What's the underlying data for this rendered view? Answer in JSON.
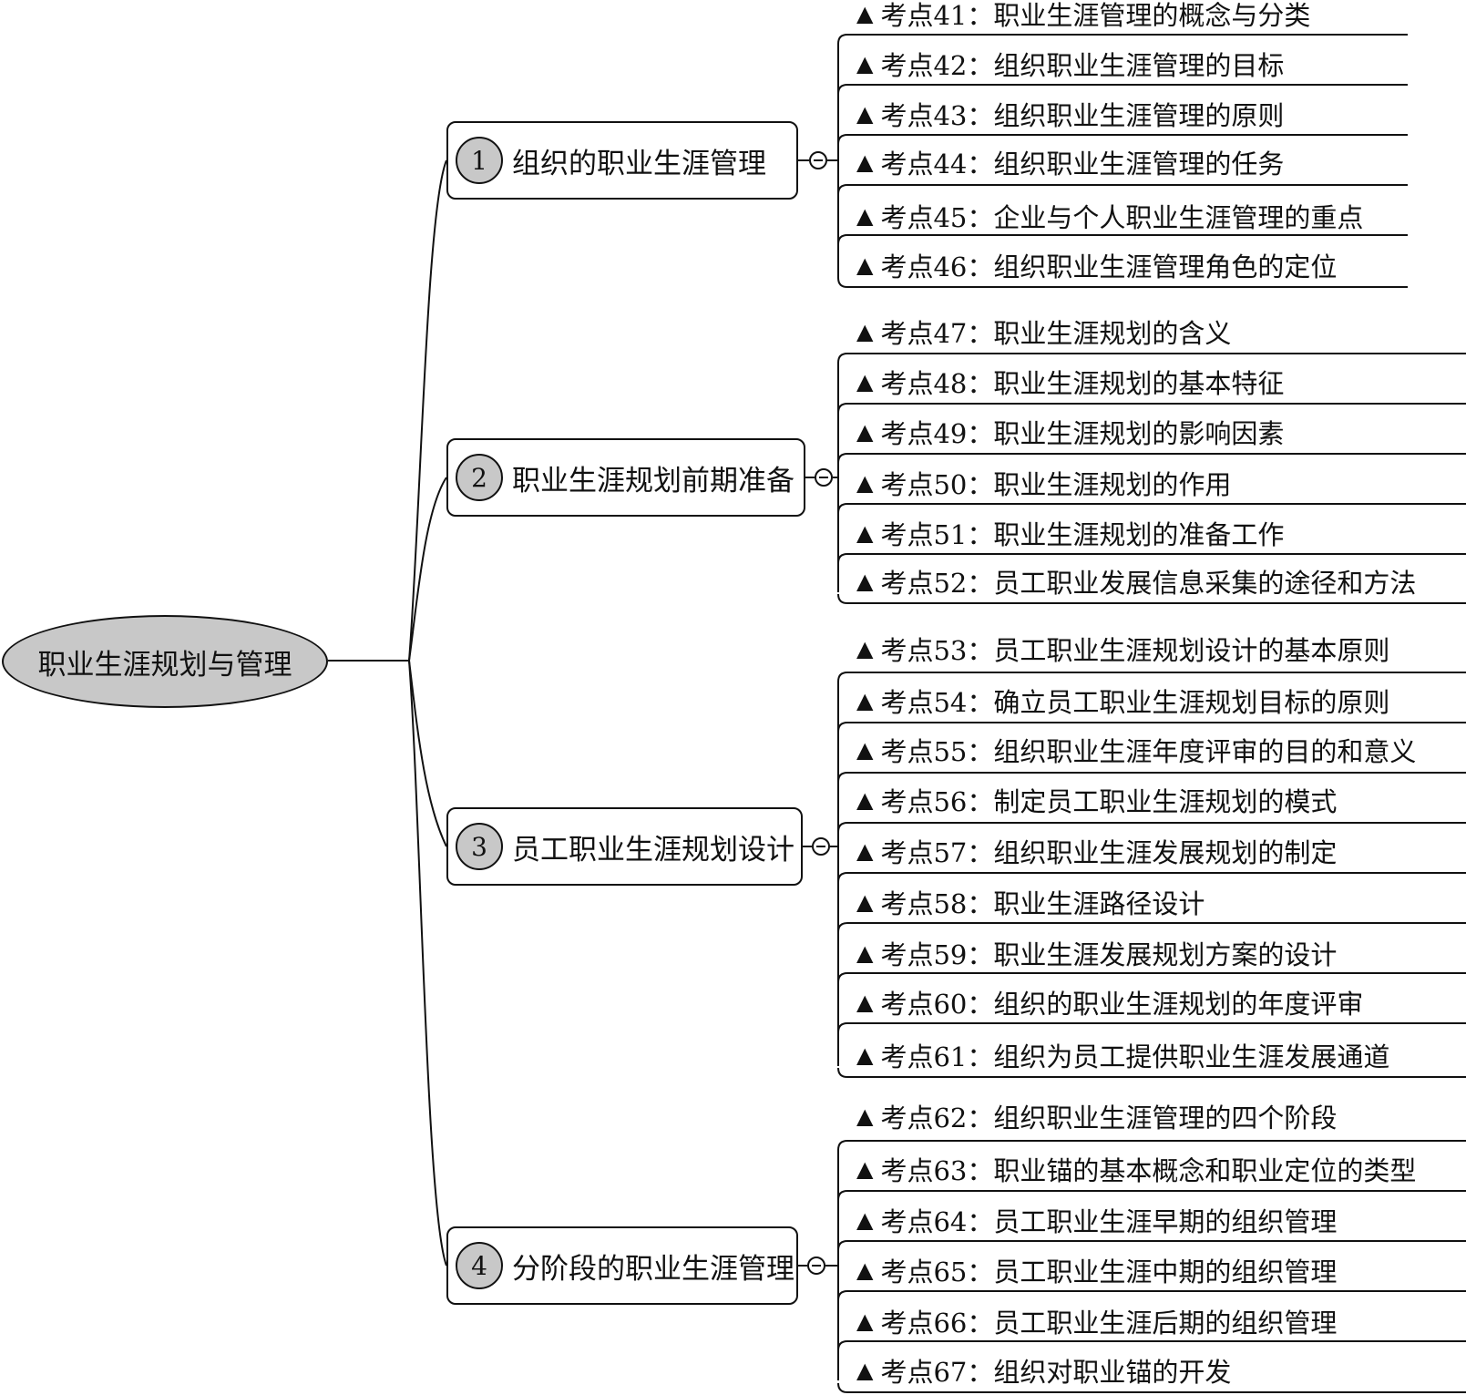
{
  "root": {
    "label": "职业生涯规划与管理"
  },
  "branches": [
    {
      "number": "1",
      "label": "组织的职业生涯管理",
      "leaves": [
        {
          "id": "考点41",
          "text": "职业生涯管理的概念与分类"
        },
        {
          "id": "考点42",
          "text": "组织职业生涯管理的目标"
        },
        {
          "id": "考点43",
          "text": "组织职业生涯管理的原则"
        },
        {
          "id": "考点44",
          "text": "组织职业生涯管理的任务"
        },
        {
          "id": "考点45",
          "text": "企业与个人职业生涯管理的重点"
        },
        {
          "id": "考点46",
          "text": "组织职业生涯管理角色的定位"
        }
      ]
    },
    {
      "number": "2",
      "label": "职业生涯规划前期准备",
      "leaves": [
        {
          "id": "考点47",
          "text": "职业生涯规划的含义"
        },
        {
          "id": "考点48",
          "text": "职业生涯规划的基本特征"
        },
        {
          "id": "考点49",
          "text": "职业生涯规划的影响因素"
        },
        {
          "id": "考点50",
          "text": "职业生涯规划的作用"
        },
        {
          "id": "考点51",
          "text": "职业生涯规划的准备工作"
        },
        {
          "id": "考点52",
          "text": "员工职业发展信息采集的途径和方法"
        }
      ]
    },
    {
      "number": "3",
      "label": "员工职业生涯规划设计",
      "leaves": [
        {
          "id": "考点53",
          "text": "员工职业生涯规划设计的基本原则"
        },
        {
          "id": "考点54",
          "text": "确立员工职业生涯规划目标的原则"
        },
        {
          "id": "考点55",
          "text": "组织职业生涯年度评审的目的和意义"
        },
        {
          "id": "考点56",
          "text": "制定员工职业生涯规划的模式"
        },
        {
          "id": "考点57",
          "text": "组织职业生涯发展规划的制定"
        },
        {
          "id": "考点58",
          "text": "职业生涯路径设计"
        },
        {
          "id": "考点59",
          "text": "职业生涯发展规划方案的设计"
        },
        {
          "id": "考点60",
          "text": "组织的职业生涯规划的年度评审"
        },
        {
          "id": "考点61",
          "text": "组织为员工提供职业生涯发展通道"
        }
      ]
    },
    {
      "number": "4",
      "label": "分阶段的职业生涯管理",
      "leaves": [
        {
          "id": "考点62",
          "text": "组织职业生涯管理的四个阶段"
        },
        {
          "id": "考点63",
          "text": "职业锚的基本概念和职业定位的类型"
        },
        {
          "id": "考点64",
          "text": "员工职业生涯早期的组织管理"
        },
        {
          "id": "考点65",
          "text": "员工职业生涯中期的组织管理"
        },
        {
          "id": "考点66",
          "text": "员工职业生涯后期的组织管理"
        },
        {
          "id": "考点67",
          "text": "组织对职业锚的开发"
        }
      ]
    }
  ]
}
